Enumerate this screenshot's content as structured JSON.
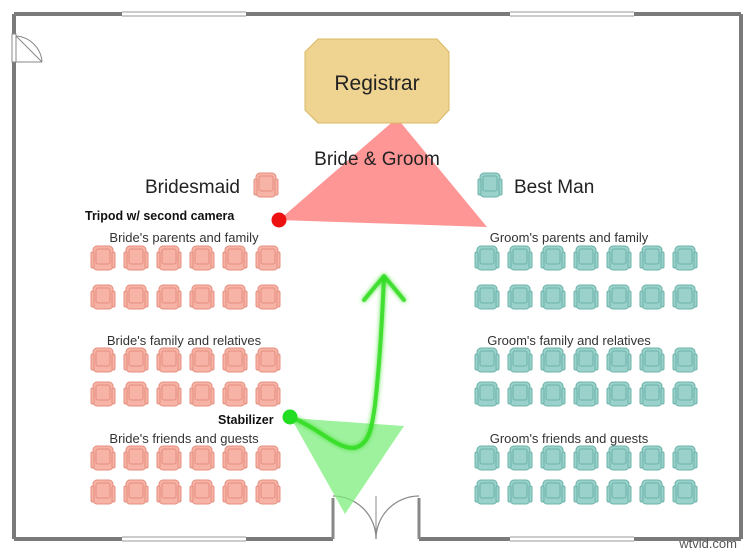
{
  "registrar": {
    "label": "Registrar"
  },
  "center": {
    "label": "Bride & Groom"
  },
  "bridesmaid": {
    "label": "Bridesmaid"
  },
  "best_man": {
    "label": "Best Man"
  },
  "tripod": {
    "label": "Tripod w/ second camera"
  },
  "stabilizer": {
    "label": "Stabilizer"
  },
  "bride_side": {
    "blocks": [
      {
        "label": "Bride's parents and family",
        "rows": 2,
        "seats_per_row": 6
      },
      {
        "label": "Bride's family and relatives",
        "rows": 2,
        "seats_per_row": 6
      },
      {
        "label": "Bride's friends and guests",
        "rows": 2,
        "seats_per_row": 6
      }
    ]
  },
  "groom_side": {
    "blocks": [
      {
        "label": "Groom's parents and family",
        "rows": 2,
        "seats_per_row": 7
      },
      {
        "label": "Groom's family and relatives",
        "rows": 2,
        "seats_per_row": 7
      },
      {
        "label": "Groom's friends and guests",
        "rows": 2,
        "seats_per_row": 7
      }
    ]
  },
  "watermark": {
    "label": "wtvid.com"
  },
  "colors": {
    "bride_chair_fill": "#f7b3a5",
    "bride_chair_stroke": "#e48f80",
    "groom_chair_fill": "#9ad2cb",
    "groom_chair_stroke": "#6cb3aa",
    "registrar_fill": "#efd390",
    "registrar_stroke": "#d9b866",
    "tripod_cone": "#ff7f7f",
    "stabilizer_cone": "#8cf08c",
    "tripod_dot": "#ee1111",
    "stabilizer_dot": "#22dd22",
    "path_line": "#33dd22",
    "wall": "#777777"
  }
}
